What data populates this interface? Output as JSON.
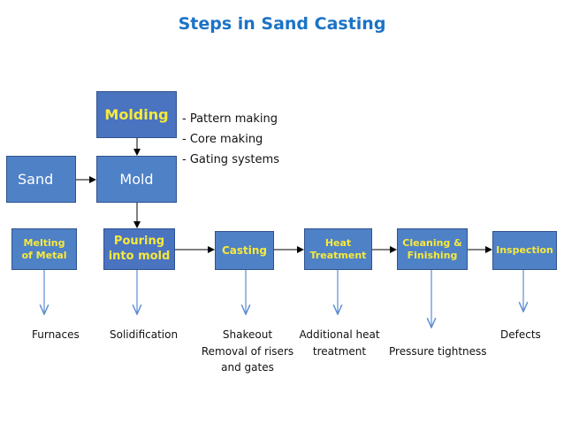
{
  "title": "Steps in Sand Casting",
  "boxes": {
    "molding": "Molding",
    "sand": "Sand",
    "mold": "Mold",
    "melting_line1": "Melting",
    "melting_line2": "of Metal",
    "pouring_line1": "Pouring",
    "pouring_line2": "into mold",
    "casting": "Casting",
    "heat_line1": "Heat",
    "heat_line2": "Treatment",
    "cleaning_line1": "Cleaning &",
    "cleaning_line2": "Finishing",
    "inspection": "Inspection"
  },
  "molding_notes": [
    "- Pattern making",
    "- Core making",
    "- Gating systems"
  ],
  "outputs": {
    "melting": "Furnaces",
    "pouring": "Solidification",
    "casting_line1": "Shakeout",
    "casting_line2": "Removal of risers",
    "casting_line3": "and gates",
    "heat_line1": "Additional heat",
    "heat_line2": "treatment",
    "cleaning": "Pressure tightness",
    "inspection": "Defects"
  },
  "colors": {
    "title": "#1b73c6",
    "box_fill": "#4a73c0",
    "box_text_yellow": "#f7ea3b",
    "box_text_white": "#ffffff",
    "arrow_dark": "#000000",
    "arrow_blue": "#5b8bd1"
  }
}
